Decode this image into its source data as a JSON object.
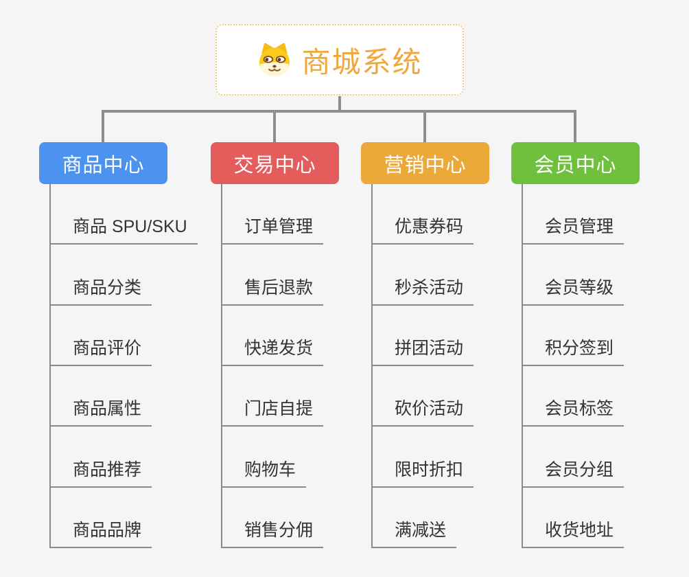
{
  "root": {
    "title": "商城系统",
    "icon": "dog-face",
    "accent_color": "#F0A73C",
    "border_color": "#F5CB80",
    "bg_color": "#FFFFFF"
  },
  "canvas": {
    "background_color": "#F5F5F6",
    "connector_color": "#8E8E8E",
    "underline_color": "#8A8A8A",
    "leaf_text_color": "#333333"
  },
  "branches": [
    {
      "label": "商品中心",
      "color": "#4B93EE",
      "items": [
        "商品 SPU/SKU",
        "商品分类",
        "商品评价",
        "商品属性",
        "商品推荐",
        "商品品牌"
      ]
    },
    {
      "label": "交易中心",
      "color": "#E45C5C",
      "items": [
        "订单管理",
        "售后退款",
        "快递发货",
        "门店自提",
        "购物车",
        "销售分佣"
      ]
    },
    {
      "label": "营销中心",
      "color": "#EAA939",
      "items": [
        "优惠券码",
        "秒杀活动",
        "拼团活动",
        "砍价活动",
        "限时折扣",
        "满减送"
      ]
    },
    {
      "label": "会员中心",
      "color": "#6FC13D",
      "items": [
        "会员管理",
        "会员等级",
        "积分签到",
        "会员标签",
        "会员分组",
        "收货地址"
      ]
    }
  ]
}
